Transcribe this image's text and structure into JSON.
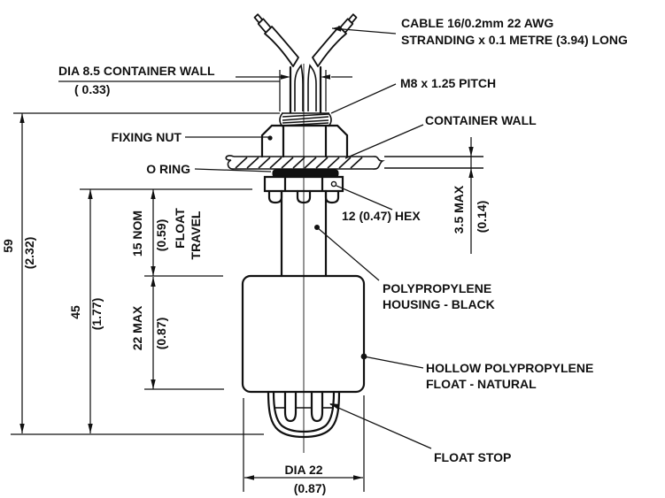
{
  "title": "Float switch technical drawing",
  "labels": {
    "cable_1": "CABLE 16/0.2mm 22 AWG",
    "cable_2": "STRANDING x 0.1 METRE (3.94) LONG",
    "dia85": "DIA 8.5 CONTAINER WALL",
    "dia85_alt": "( 0.33)",
    "m8": "M8 x 1.25 PITCH",
    "fixing_nut": "FIXING NUT",
    "container_wall": "CONTAINER WALL",
    "o_ring": "O RING",
    "hex": "12 (0.47) HEX",
    "housing_1": "POLYPROPYLENE",
    "housing_2": "HOUSING - BLACK",
    "float_1": "HOLLOW POLYPROPYLENE",
    "float_2": "FLOAT - NATURAL",
    "float_stop": "FLOAT STOP"
  },
  "dimensions": {
    "overall": "59",
    "overall_alt": "(2.32)",
    "body": "45",
    "body_alt": "(1.77)",
    "travel": "15 NOM",
    "travel_alt": "(0.59)",
    "travel_note_1": "FLOAT",
    "travel_note_2": "TRAVEL",
    "float_len": "22 MAX",
    "float_len_alt": "(0.87)",
    "wall": "3.5 MAX",
    "wall_alt": "(0.14)",
    "dia": "DIA 22",
    "dia_alt": "(0.87)"
  },
  "colors": {
    "ink": "#111111",
    "paper": "#ffffff"
  }
}
